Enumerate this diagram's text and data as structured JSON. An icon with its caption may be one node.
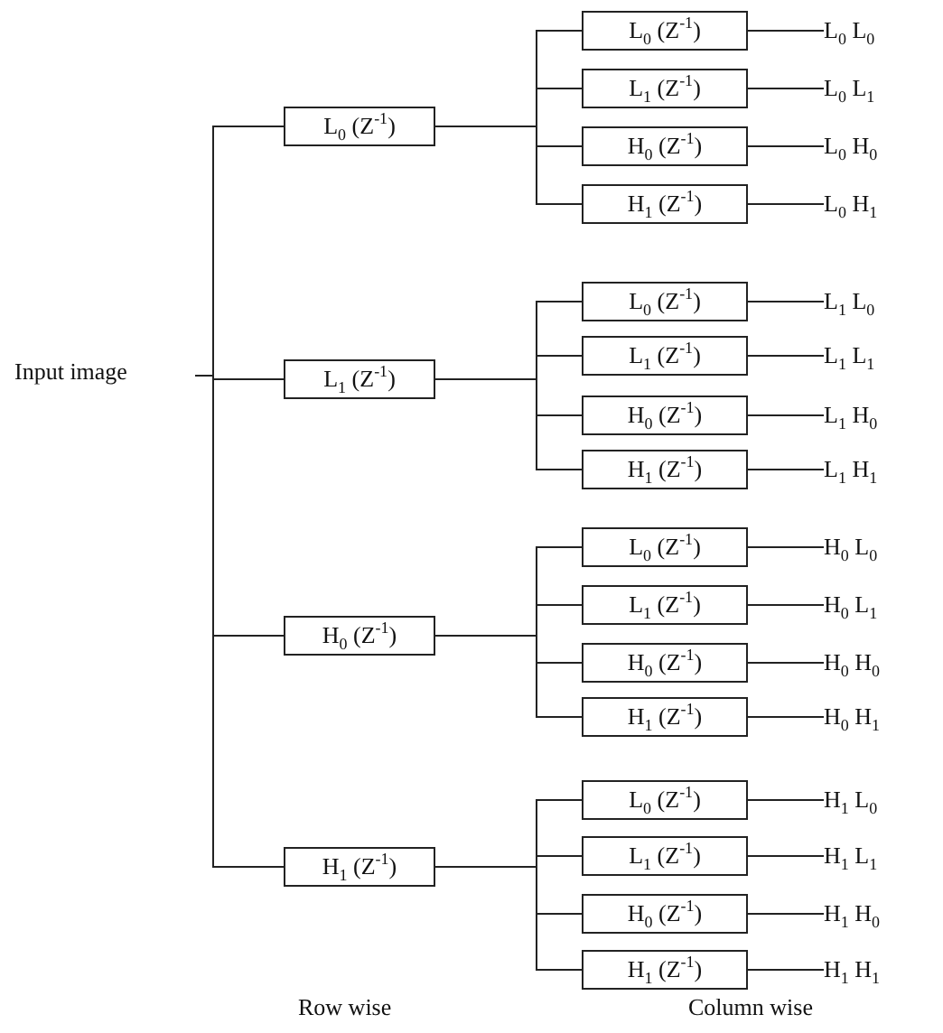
{
  "diagram": {
    "nodes": [
      {
        "text": [
          "Input image"
        ]
      },
      {
        "text": [
          "L$_{0}$ (Z$^{-1}$)"
        ]
      },
      {
        "text": [
          "L$_{1}$ (Z$^{-1}$)"
        ]
      },
      {
        "text": [
          "H$_{0}$ (Z$^{-1}$)"
        ]
      },
      {
        "text": [
          "H$_{1}$ (Z$^{-1}$)"
        ]
      },
      {
        "text": [
          "L$_{0}$ (Z$^{-1}$)"
        ]
      },
      {
        "text": [
          "L$_{1}$ (Z$^{-1}$)"
        ]
      },
      {
        "text": [
          "H$_{0}$ (Z$^{-1}$)"
        ]
      },
      {
        "text": [
          "H$_{1}$ (Z$^{-1}$)"
        ]
      },
      {
        "text": [
          "L$_{0}$ (Z$^{-1}$)"
        ]
      },
      {
        "text": [
          "L$_{1}$ (Z$^{-1}$)"
        ]
      },
      {
        "text": [
          "H$_{0}$ (Z$^{-1}$)"
        ]
      },
      {
        "text": [
          "H$_{1}$ (Z$^{-1}$)"
        ]
      },
      {
        "text": [
          "L$_{0}$ (Z$^{-1}$)"
        ]
      },
      {
        "text": [
          "L$_{1}$ (Z$^{-1}$)"
        ]
      },
      {
        "text": [
          "H$_{0}$ (Z$^{-1}$)"
        ]
      },
      {
        "text": [
          "H$_{1}$ (Z$^{-1}$)"
        ]
      },
      {
        "text": [
          "L$_{0}$ (Z$^{-1}$)"
        ]
      },
      {
        "text": [
          "L$_{1}$ (Z$^{-1}$)"
        ]
      },
      {
        "text": [
          "H$_{0}$ (Z$^{-1}$)"
        ]
      },
      {
        "text": [
          "H$_{1}$ (Z$^{-1}$)"
        ]
      },
      {
        "text": [
          "L$_{0}$ L$_{0}$"
        ]
      },
      {
        "text": [
          "L$_{0}$ L$_{1}$"
        ]
      },
      {
        "text": [
          "L$_{0}$ H$_{0}$"
        ]
      },
      {
        "text": [
          "L$_{0}$ H$_{1}$"
        ]
      },
      {
        "text": [
          "L$_{1}$ L$_{0}$"
        ]
      },
      {
        "text": [
          "L$_{1}$ L$_{1}$"
        ]
      },
      {
        "text": [
          "L$_{1}$ H$_{0}$"
        ]
      },
      {
        "text": [
          "L$_{1}$ H$_{1}$"
        ]
      },
      {
        "text": [
          "H$_{0}$ L$_{0}$"
        ]
      },
      {
        "text": [
          "H$_{0}$ L$_{1}$"
        ]
      },
      {
        "text": [
          "H$_{0}$ H$_{0}$"
        ]
      },
      {
        "text": [
          "H$_{0}$ H$_{1}$"
        ]
      },
      {
        "text": [
          "H$_{1}$ L$_{0}$"
        ]
      },
      {
        "text": [
          "H$_{1}$ L$_{1}$"
        ]
      },
      {
        "text": [
          "H$_{1}$ H$_{0}$"
        ]
      },
      {
        "text": [
          "H$_{1}$ H$_{1}$"
        ]
      }
    ],
    "edges": [
      {
        "from": 0,
        "to": 1,
        "arrow": "none"
      },
      {
        "from": 0,
        "to": 2,
        "arrow": "none"
      },
      {
        "from": 0,
        "to": 3,
        "arrow": "none"
      },
      {
        "from": 0,
        "to": 4,
        "arrow": "none"
      },
      {
        "from": 1,
        "to": 5,
        "arrow": "none"
      },
      {
        "from": 1,
        "to": 6,
        "arrow": "none"
      },
      {
        "from": 1,
        "to": 7,
        "arrow": "none"
      },
      {
        "from": 1,
        "to": 8,
        "arrow": "none"
      },
      {
        "from": 2,
        "to": 9,
        "arrow": "none"
      },
      {
        "from": 2,
        "to": 10,
        "arrow": "none"
      },
      {
        "from": 2,
        "to": 11,
        "arrow": "none"
      },
      {
        "from": 2,
        "to": 12,
        "arrow": "none"
      },
      {
        "from": 3,
        "to": 13,
        "arrow": "none"
      },
      {
        "from": 3,
        "to": 14,
        "arrow": "none"
      },
      {
        "from": 3,
        "to": 15,
        "arrow": "none"
      },
      {
        "from": 3,
        "to": 16,
        "arrow": "none"
      },
      {
        "from": 4,
        "to": 17,
        "arrow": "none"
      },
      {
        "from": 4,
        "to": 18,
        "arrow": "none"
      },
      {
        "from": 4,
        "to": 19,
        "arrow": "none"
      },
      {
        "from": 4,
        "to": 20,
        "arrow": "none"
      },
      {
        "from": 5,
        "to": 21,
        "arrow": "none"
      },
      {
        "from": 6,
        "to": 22,
        "arrow": "none"
      },
      {
        "from": 7,
        "to": 23,
        "arrow": "none"
      },
      {
        "from": 8,
        "to": 24,
        "arrow": "none"
      },
      {
        "from": 9,
        "to": 25,
        "arrow": "none"
      },
      {
        "from": 10,
        "to": 26,
        "arrow": "none"
      },
      {
        "from": 11,
        "to": 27,
        "arrow": "none"
      },
      {
        "from": 12,
        "to": 28,
        "arrow": "none"
      },
      {
        "from": 13,
        "to": 29,
        "arrow": "none"
      },
      {
        "from": 14,
        "to": 30,
        "arrow": "none"
      },
      {
        "from": 15,
        "to": 31,
        "arrow": "none"
      },
      {
        "from": 16,
        "to": 32,
        "arrow": "none"
      },
      {
        "from": 17,
        "to": 33,
        "arrow": "none"
      },
      {
        "from": 18,
        "to": 34,
        "arrow": "none"
      },
      {
        "from": 19,
        "to": 35,
        "arrow": "none"
      },
      {
        "from": 20,
        "to": 36,
        "arrow": "none"
      }
    ],
    "labels": [
      "Row wise",
      "Column wise"
    ]
  }
}
